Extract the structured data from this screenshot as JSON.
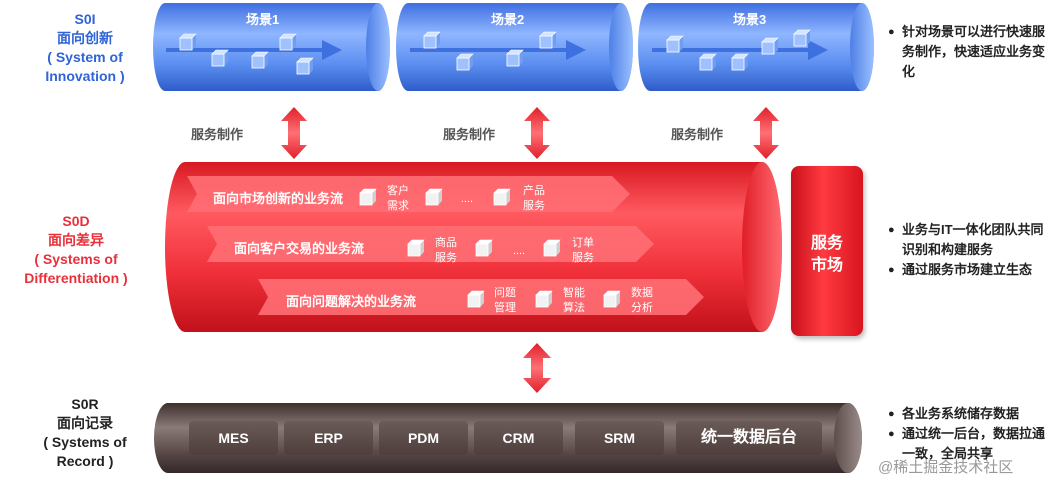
{
  "layers": {
    "soi": {
      "line1": "S0I",
      "line2": "面向创新",
      "line3": "( System of",
      "line4": "Innovation )",
      "color": "#2f64d8"
    },
    "sod": {
      "line1": "S0D",
      "line2": "面向差异",
      "line3": "( Systems of",
      "line4": "Differentiation )",
      "color": "#e8303a"
    },
    "sor": {
      "line1": "S0R",
      "line2": "面向记录",
      "line3": "( Systems of",
      "line4": "Record )",
      "color": "#222222"
    }
  },
  "scenes": [
    {
      "label": "场景1"
    },
    {
      "label": "场景2"
    },
    {
      "label": "场景3"
    }
  ],
  "service_labels": [
    "服务制作",
    "服务制作",
    "服务制作"
  ],
  "flows": [
    {
      "title": "面向市场创新的业务流",
      "items": [
        "客户\n需求",
        "....",
        "产品\n服务"
      ]
    },
    {
      "title": "面向客户交易的业务流",
      "items": [
        "商品\n服务",
        "....",
        "订单\n服务"
      ]
    },
    {
      "title": "面向问题解决的业务流",
      "items": [
        "问题\n管理",
        "智能\n算法",
        "数据\n分析"
      ]
    }
  ],
  "market": {
    "line1": "服务",
    "line2": "市场"
  },
  "systems": [
    "MES",
    "ERP",
    "PDM",
    "CRM",
    "SRM",
    "统一数据后台"
  ],
  "notes": {
    "soi": [
      "针对场景可以进行快速服务制作，快速适应业务变化"
    ],
    "sod": [
      "业务与IT一体化团队共同识别和构建服务",
      "通过服务市场建立生态"
    ],
    "sor": [
      "各业务系统储存数据",
      "通过统一后台，数据拉通一致，全局共享"
    ]
  },
  "watermark": "@稀土掘金技术社区",
  "colors": {
    "blue": "#5b8ef0",
    "red": "#ee2a33",
    "dark": "#4f403e"
  }
}
